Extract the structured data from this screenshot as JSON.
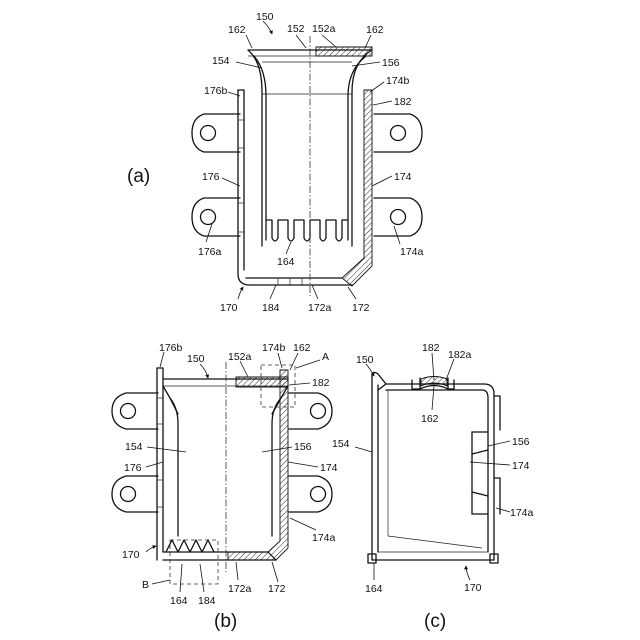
{
  "panels": {
    "a": {
      "label": "(a)",
      "refs": {
        "r150": "150",
        "r152": "152",
        "r152a": "152a",
        "r162l": "162",
        "r162r": "162",
        "r154": "154",
        "r156": "156",
        "r176b": "176b",
        "r174b": "174b",
        "r182": "182",
        "r176": "176",
        "r174": "174",
        "r176a": "176a",
        "r174a": "174a",
        "r164": "164",
        "r170": "170",
        "r184": "184",
        "r172a": "172a",
        "r172": "172"
      }
    },
    "b": {
      "label": "(b)",
      "refs": {
        "r176b": "176b",
        "r150": "150",
        "r152a": "152a",
        "r174b": "174b",
        "r162": "162",
        "rA": "A",
        "r182": "182",
        "r154": "154",
        "r156": "156",
        "r176": "176",
        "r174": "174",
        "r174a": "174a",
        "r170": "170",
        "rB": "B",
        "r164": "164",
        "r184": "184",
        "r172a": "172a",
        "r172": "172"
      }
    },
    "c": {
      "label": "(c)",
      "refs": {
        "r150": "150",
        "r182": "182",
        "r182a": "182a",
        "r162": "162",
        "r154": "154",
        "r156": "156",
        "r174": "174",
        "r174a": "174a",
        "r164": "164",
        "r170": "170"
      }
    }
  }
}
